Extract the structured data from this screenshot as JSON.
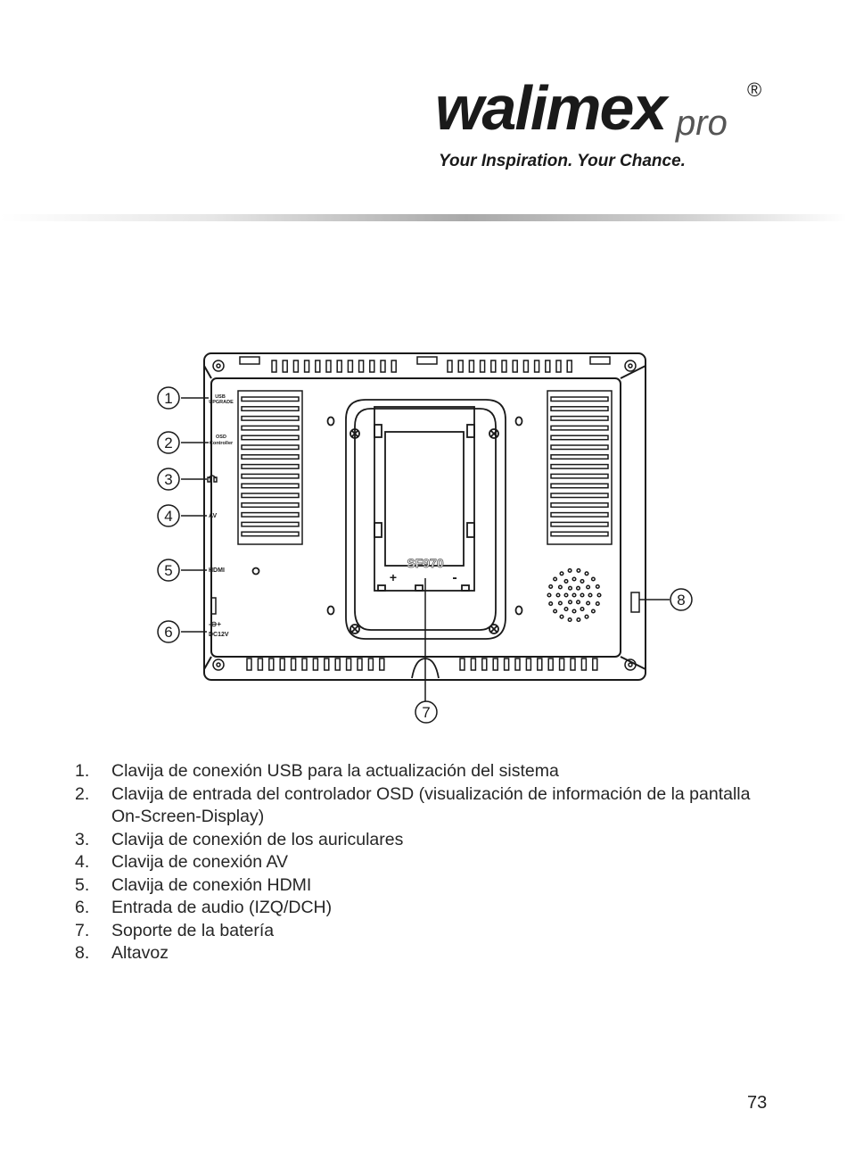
{
  "logo": {
    "wordmark": "walimex",
    "pro": "pro",
    "registered": "®",
    "tagline": "Your Inspiration. Your Chance."
  },
  "diagram": {
    "callouts": [
      "1",
      "2",
      "3",
      "4",
      "5",
      "6",
      "7",
      "8"
    ],
    "ports": {
      "usb_line1": "USB",
      "usb_line2": "UPGRADE",
      "osd_line1": "OSD",
      "osd_line2": "Controller",
      "av": "AV",
      "hdmi": "HDMI",
      "dc_symbol": "-⊖+",
      "dc": "DC12V"
    },
    "battery_label": "SF970",
    "battery_plus": "+",
    "battery_minus": "-"
  },
  "items": [
    {
      "num": "1.",
      "text": "Clavija de conexión USB para la actualización del sistema"
    },
    {
      "num": "2.",
      "text": "Clavija de entrada del controlador OSD (visualización de información de la pantalla On-Screen-Display)"
    },
    {
      "num": "3.",
      "text": "Clavija de conexión de los auriculares"
    },
    {
      "num": "4.",
      "text": "Clavija de conexión AV"
    },
    {
      "num": "5.",
      "text": "Clavija de conexión HDMI"
    },
    {
      "num": "6.",
      "text": "Entrada de audio (IZQ/DCH)"
    },
    {
      "num": "7.",
      "text": "Soporte de la batería"
    },
    {
      "num": "8.",
      "text": "Altavoz"
    }
  ],
  "page_number": "73"
}
